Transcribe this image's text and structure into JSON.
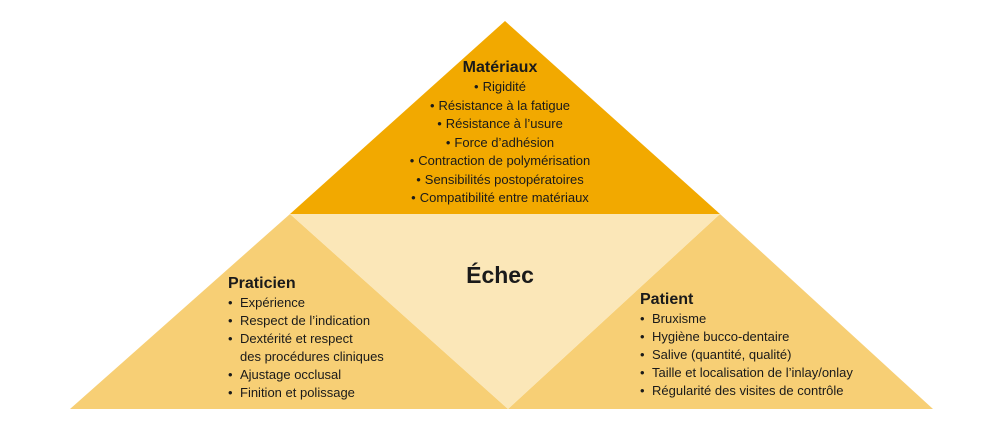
{
  "colors": {
    "top": "#F2A900",
    "center": "#FBE7B8",
    "sides": "#F7CF75"
  },
  "top": {
    "title": "Matériaux",
    "items": [
      "Rigidité",
      "Résistance à la fatigue",
      "Résistance à l’usure",
      "Force d’adhésion",
      "Contraction de polymérisation",
      "Sensibilités postopératoires",
      "Compatibilité entre matériaux"
    ]
  },
  "center": {
    "label": "Échec"
  },
  "left": {
    "title": "Praticien",
    "items": [
      "Expérience",
      "Respect de l’indication",
      "Dextérité et respect",
      "des procédures cliniques",
      "Ajustage occlusal",
      "Finition et polissage"
    ]
  },
  "right": {
    "title": "Patient",
    "items": [
      "Bruxisme",
      "Hygiène bucco-dentaire",
      "Salive (quantité, qualité)",
      "Taille et localisation de l’inlay/onlay",
      "Régularité des visites de contrôle"
    ]
  }
}
